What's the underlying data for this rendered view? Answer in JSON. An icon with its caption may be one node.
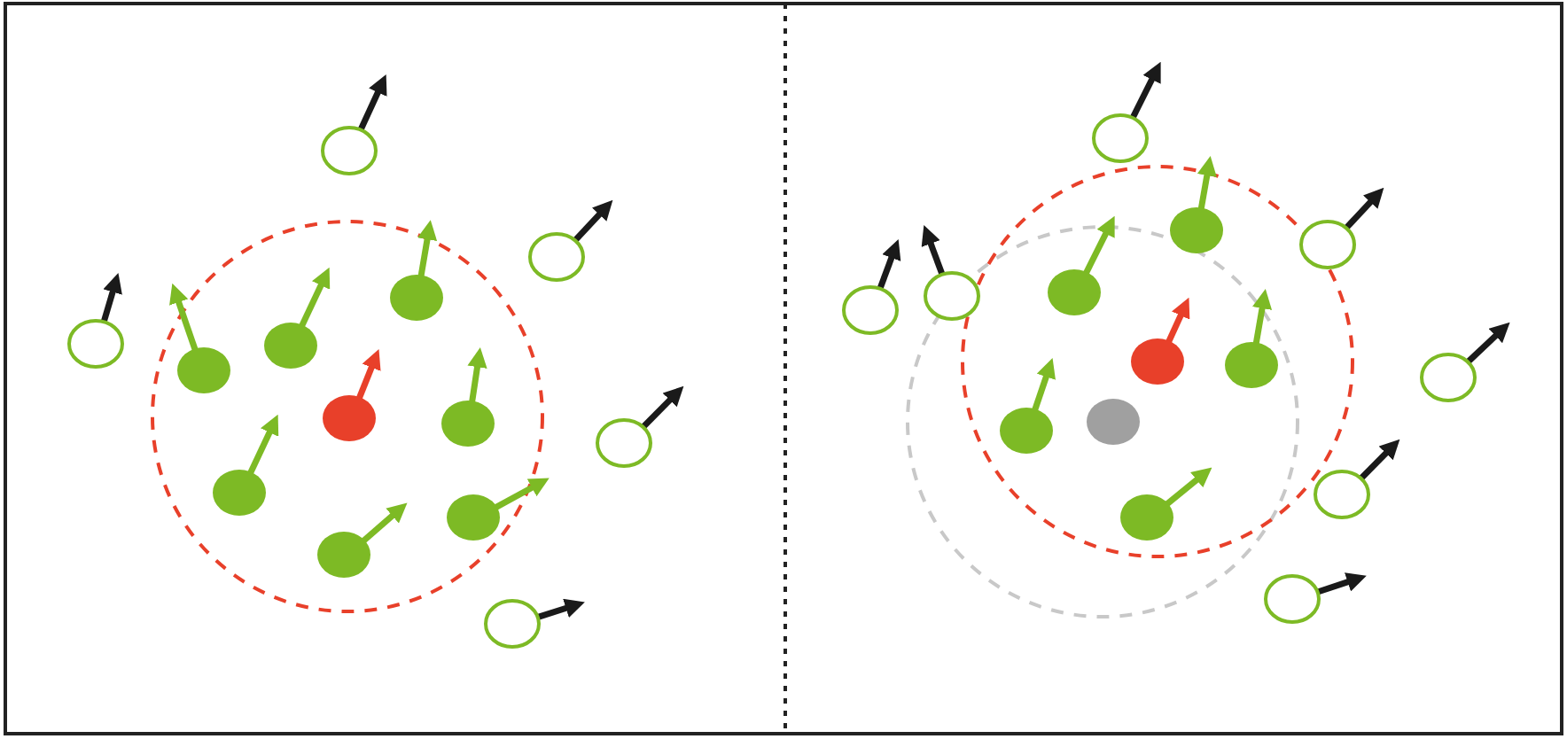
{
  "diagram": {
    "nodes": [
      {
        "text": [],
        "shape": "circle"
      },
      {
        "text": [],
        "shape": "circle"
      },
      {
        "text": [],
        "shape": "circle"
      },
      {
        "text": [],
        "shape": "circle"
      },
      {
        "text": [],
        "shape": "circle"
      },
      {
        "text": [],
        "shape": "circle"
      },
      {
        "text": [],
        "shape": "circle"
      },
      {
        "text": [],
        "shape": "circle"
      },
      {
        "text": [],
        "shape": "circle"
      },
      {
        "text": [],
        "shape": "circle"
      },
      {
        "text": [],
        "shape": "circle"
      },
      {
        "text": [],
        "shape": "circle"
      },
      {
        "text": [],
        "shape": "circle"
      },
      {
        "text": [],
        "shape": "circle"
      },
      {
        "text": [],
        "shape": "circle"
      },
      {
        "text": [],
        "shape": "circle"
      },
      {
        "text": [],
        "shape": "circle"
      },
      {
        "text": [],
        "shape": "circle"
      },
      {
        "text": [],
        "shape": "circle"
      },
      {
        "text": [],
        "shape": "circle"
      },
      {
        "text": [],
        "shape": "circle"
      },
      {
        "text": [],
        "shape": "circle"
      },
      {
        "text": [],
        "shape": "circle"
      },
      {
        "text": [],
        "shape": "circle"
      },
      {
        "text": [],
        "shape": "circle"
      },
      {
        "text": [],
        "shape": "circle"
      },
      {
        "text": [],
        "shape": "circle"
      }
    ]
  }
}
